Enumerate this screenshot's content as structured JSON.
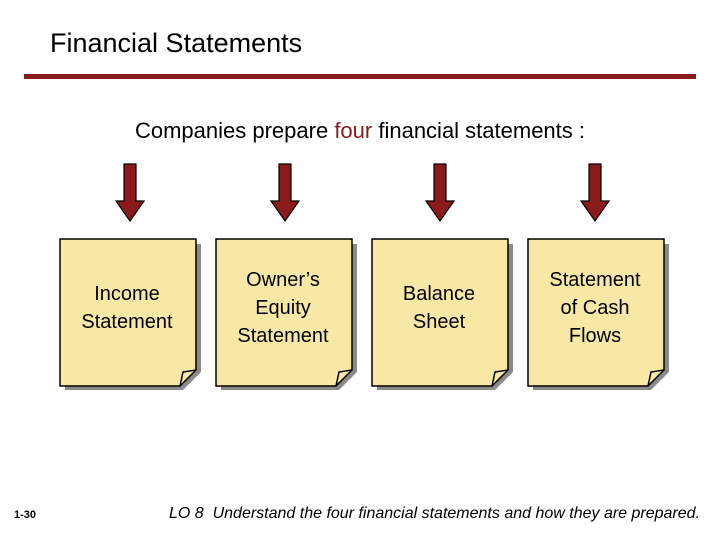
{
  "slide": {
    "title": "Financial Statements",
    "intro_before": "Companies prepare ",
    "intro_highlight": "four",
    "intro_after": " financial statements :",
    "slide_number": "1-30",
    "footer": "LO 8  Understand the four financial statements and how they are prepared."
  },
  "cards": [
    {
      "lines": [
        "Income",
        "Statement"
      ]
    },
    {
      "lines": [
        "Owner’s",
        "Equity",
        "Statement"
      ]
    },
    {
      "lines": [
        "Balance",
        "Sheet"
      ]
    },
    {
      "lines": [
        "Statement",
        "of Cash",
        "Flows"
      ]
    }
  ],
  "colors": {
    "accent": "#8b1a1a",
    "card_fill": "#f8e8a6",
    "arrow_fill": "#8b1a1a"
  }
}
